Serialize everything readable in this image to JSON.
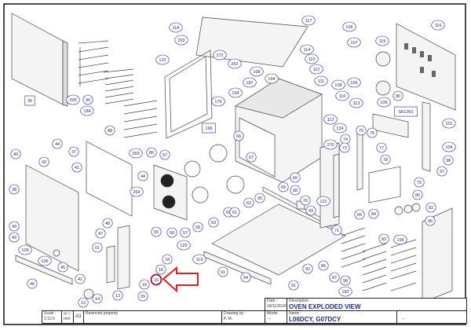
{
  "drawing": {
    "part_labels": [
      "39",
      "200",
      "90",
      "184",
      "88",
      "118",
      "293",
      "122",
      "172",
      "262",
      "179",
      "196",
      "117",
      "106",
      "116",
      "115",
      "107",
      "114",
      "110",
      "112",
      "187",
      "108",
      "194",
      "111",
      "108",
      "106",
      "80",
      "105",
      "110",
      "113",
      "112",
      "SKL001",
      "124",
      "74",
      "75",
      "76",
      "270",
      "72",
      "77",
      "101",
      "104",
      "66",
      "194",
      "44",
      "37",
      "269",
      "86",
      "57",
      "40",
      "42",
      "44",
      "41",
      "38",
      "269",
      "48",
      "47",
      "55",
      "56",
      "57",
      "58",
      "59",
      "60",
      "40",
      "42",
      "109",
      "106",
      "45",
      "01",
      "120",
      "119",
      "18",
      "16",
      "15",
      "16",
      "91",
      "46",
      "41",
      "12",
      "13",
      "14",
      "09",
      "67",
      "66",
      "65",
      "68",
      "70",
      "121",
      "69",
      "62",
      "61",
      "95",
      "71",
      "65",
      "84",
      "79",
      "80",
      "82",
      "78",
      "97",
      "98",
      "96",
      "83",
      "199",
      "92",
      "94",
      "91",
      "86",
      "87",
      "90",
      "183"
    ],
    "highlighted_part": "16",
    "highlight_color": "#e02020",
    "label_color": "#1e2a8c"
  },
  "title_block": {
    "date_label": "Date :",
    "date_value": "18/11/2016",
    "description_label": "Description :",
    "description_value": "OVEN EXPLODED VIEW",
    "scale_label": "Scale :",
    "scale_value": "1:12.5",
    "units": "mm",
    "paper_size": "A3",
    "reserved_label": "Reserved property",
    "drawing_by_label": "Drawing by :",
    "drawing_by_value": "P. M.",
    "model_label": "Model",
    "model_value": "---",
    "name_label": "Name :",
    "name_value": "L06DCY, G07DCY",
    "revision": ".."
  }
}
